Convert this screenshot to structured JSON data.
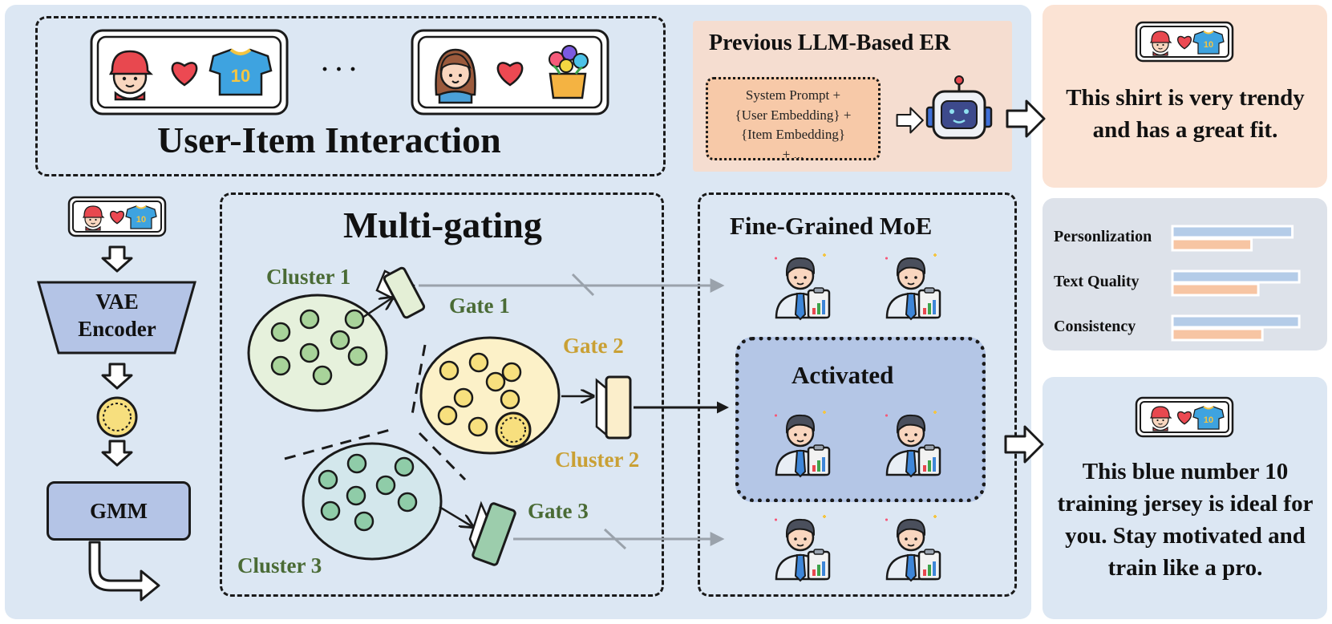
{
  "interaction": {
    "title": "User-Item Interaction",
    "ellipsis": "· · ·"
  },
  "previous": {
    "title": "Previous LLM-Based ER",
    "prompt_lines": [
      "System Prompt +",
      "{User Embedding} +",
      "{Item Embedding}",
      "+ ..."
    ]
  },
  "pipeline": {
    "encoder_label": "VAE Encoder",
    "gmm_label": "GMM"
  },
  "multigating": {
    "title": "Multi-gating",
    "cluster1": "Cluster 1",
    "cluster2": "Cluster 2",
    "cluster3": "Cluster 3",
    "gate1": "Gate 1",
    "gate2": "Gate 2",
    "gate3": "Gate 3"
  },
  "moe": {
    "title": "Fine-Grained MoE",
    "activated": "Activated"
  },
  "outputs": {
    "previous_text": "This shirt is very trendy and has a great fit.",
    "ours_text": "This blue number 10 training jersey is ideal for you. Stay motivated and train like a pro."
  },
  "metrics": {
    "items": [
      {
        "label": "Personlization",
        "blue": 0.88,
        "orange": 0.58
      },
      {
        "label": "Text Quality",
        "blue": 0.93,
        "orange": 0.63
      },
      {
        "label": "Consistency",
        "blue": 0.93,
        "orange": 0.66
      }
    ]
  },
  "colors": {
    "panel": "#dce7f3",
    "card_peach": "#fbe3d4",
    "card_grey": "#dde2ea",
    "card_blue": "#dce7f3",
    "bar_blue": "#b4cce8",
    "bar_orange": "#f7c5a3",
    "cluster_green": "#e6f1dc",
    "cluster_yellow": "#fcf1c8",
    "cluster_teal": "#d3e7ec",
    "dot_green": "#a8d39a",
    "dot_yellow": "#f7e07e",
    "dot_teal": "#8fcca8",
    "label_green": "#4a6b35",
    "label_gold": "#c9a034"
  }
}
